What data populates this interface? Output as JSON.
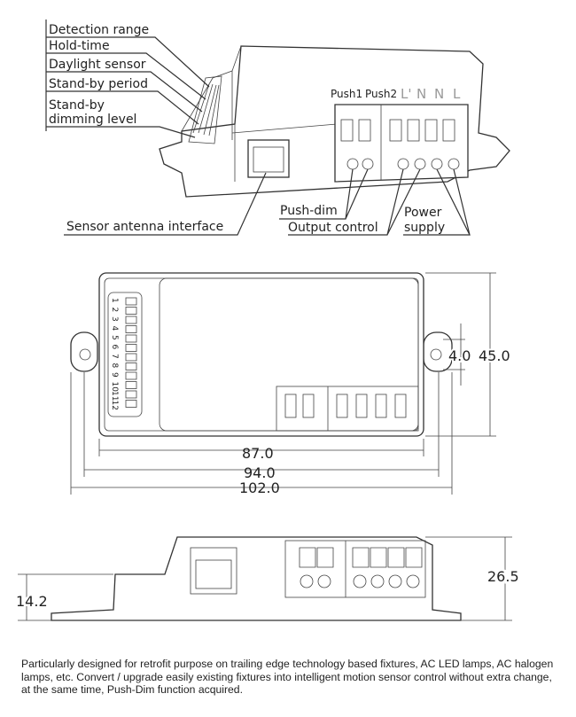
{
  "top_view": {
    "labels": {
      "detection_range": "Detection range",
      "hold_time": "Hold-time",
      "daylight_sensor": "Daylight sensor",
      "standby_period": "Stand-by period",
      "standby_dimming_1": "Stand-by",
      "standby_dimming_2": "dimming level",
      "sensor_antenna": "Sensor antenna interface",
      "push_dim": "Push-dim",
      "output_control": "Output control",
      "power_supply_1": "Power",
      "power_supply_2": "supply"
    },
    "terminals": {
      "push1": "Push1",
      "push2": "Push2",
      "l_out": "L'",
      "n_out": "N",
      "n": "N",
      "l": "L"
    }
  },
  "plan_view": {
    "dip_numbers": [
      "1",
      "2",
      "3",
      "4",
      "5",
      "6",
      "7",
      "8",
      "9",
      "10",
      "11",
      "12"
    ],
    "dims": {
      "inner": "87.0",
      "middle": "94.0",
      "outer": "102.0",
      "height": "45.0",
      "hole": "4.0"
    }
  },
  "side_view": {
    "dims": {
      "height": "26.5",
      "base": "14.2"
    }
  },
  "description": "Particularly designed for retrofit purpose on trailing edge technology based fixtures, AC LED lamps, AC halogen lamps, etc. Convert / upgrade easily existing fixtures into intelligent motion sensor control without extra change, at the same time, Push-Dim function acquired."
}
